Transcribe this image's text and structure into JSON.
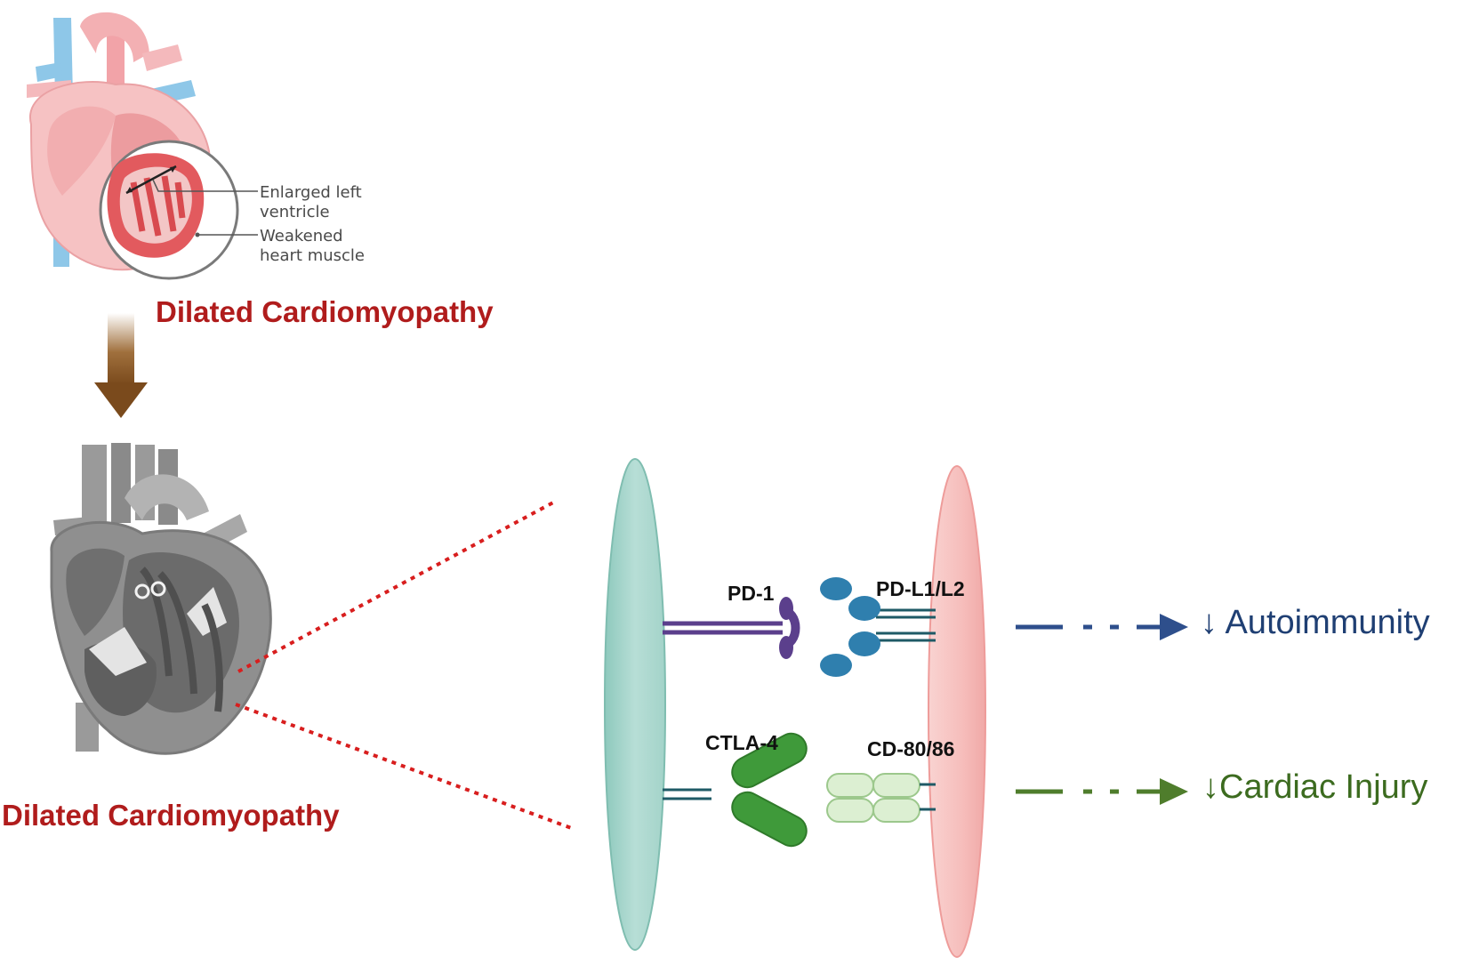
{
  "top_heart": {
    "callouts": [
      "Enlarged left",
      "ventricle",
      "Weakened",
      "heart muscle"
    ],
    "title": "Dilated Cardiomyopathy"
  },
  "bottom_heart": {
    "title": "Dilated Cardiomyopathy"
  },
  "molecules": {
    "pd1": "PD-1",
    "pdl": "PD-L1/L2",
    "ctla4": "CTLA-4",
    "cd80": "CD-80/86"
  },
  "outcomes": {
    "autoimmunity": "↓ Autoimmunity",
    "cardiac_injury": "↓Cardiac Injury"
  },
  "colors": {
    "title": "#b01c1c",
    "transition_arrow": "#7a4a1c",
    "zoom_lines": "#d81e1e",
    "t_cell": "#a8d5cc",
    "apc_cell": "#f7c9c7",
    "pd1": "#5b3f8c",
    "pdl": "#2f7fae",
    "ctla4": "#3f9a3a",
    "cd80": "#dcefd2",
    "autoimmunity": "#2e4f8c",
    "cardiac_injury": "#4f7d2c"
  }
}
